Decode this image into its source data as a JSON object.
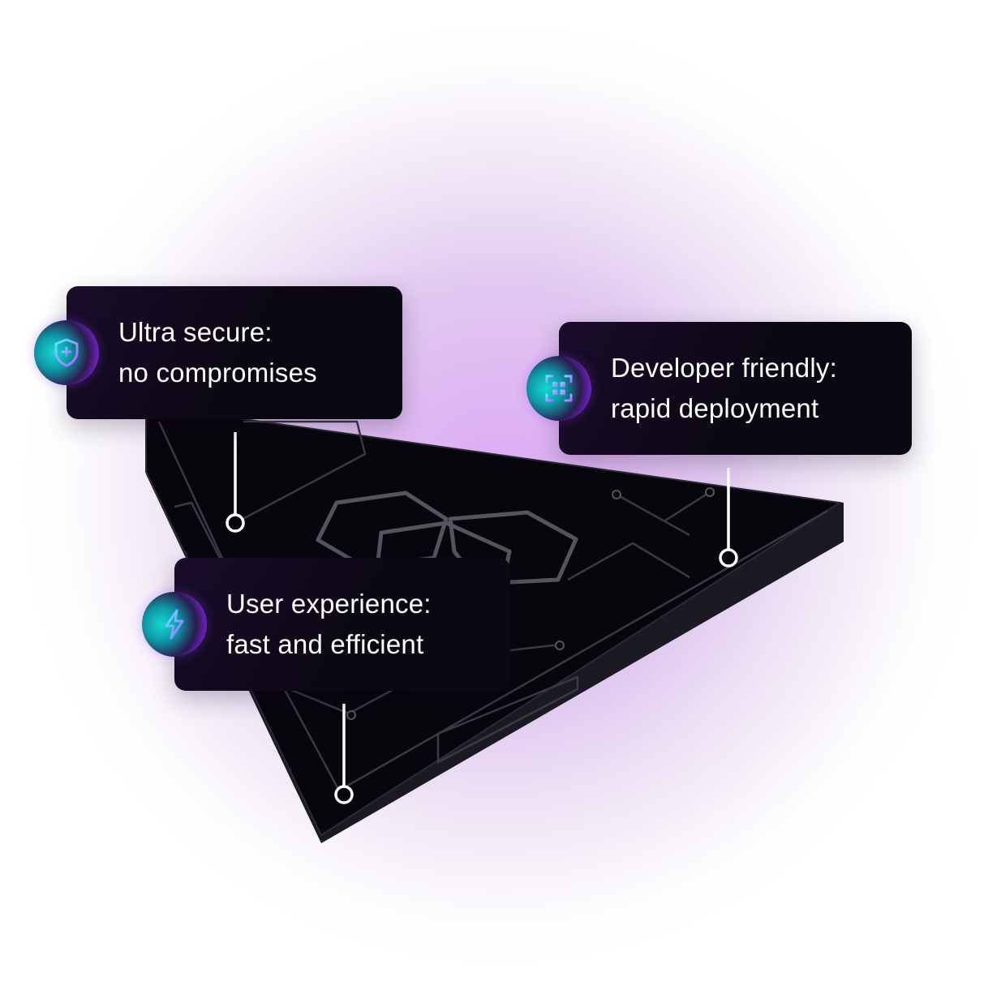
{
  "features": [
    {
      "id": "security",
      "icon": "shield-plus-icon",
      "line1": "Ultra secure:",
      "line2": "no compromises"
    },
    {
      "id": "developer",
      "icon": "scan-frame-icon",
      "line1": "Developer friendly:",
      "line2": "rapid deployment"
    },
    {
      "id": "ux",
      "icon": "lightning-bolt-icon",
      "line1": "User experience:",
      "line2": "fast and efficient"
    }
  ],
  "colors": {
    "glow": "#d9b3f2",
    "board": "#06050b",
    "circuit": "#3d3b48",
    "card_start": "#1a0d2b",
    "card_end": "#0a0810",
    "accent_cyan": "#16d6d0",
    "accent_purple": "#b040ff"
  }
}
